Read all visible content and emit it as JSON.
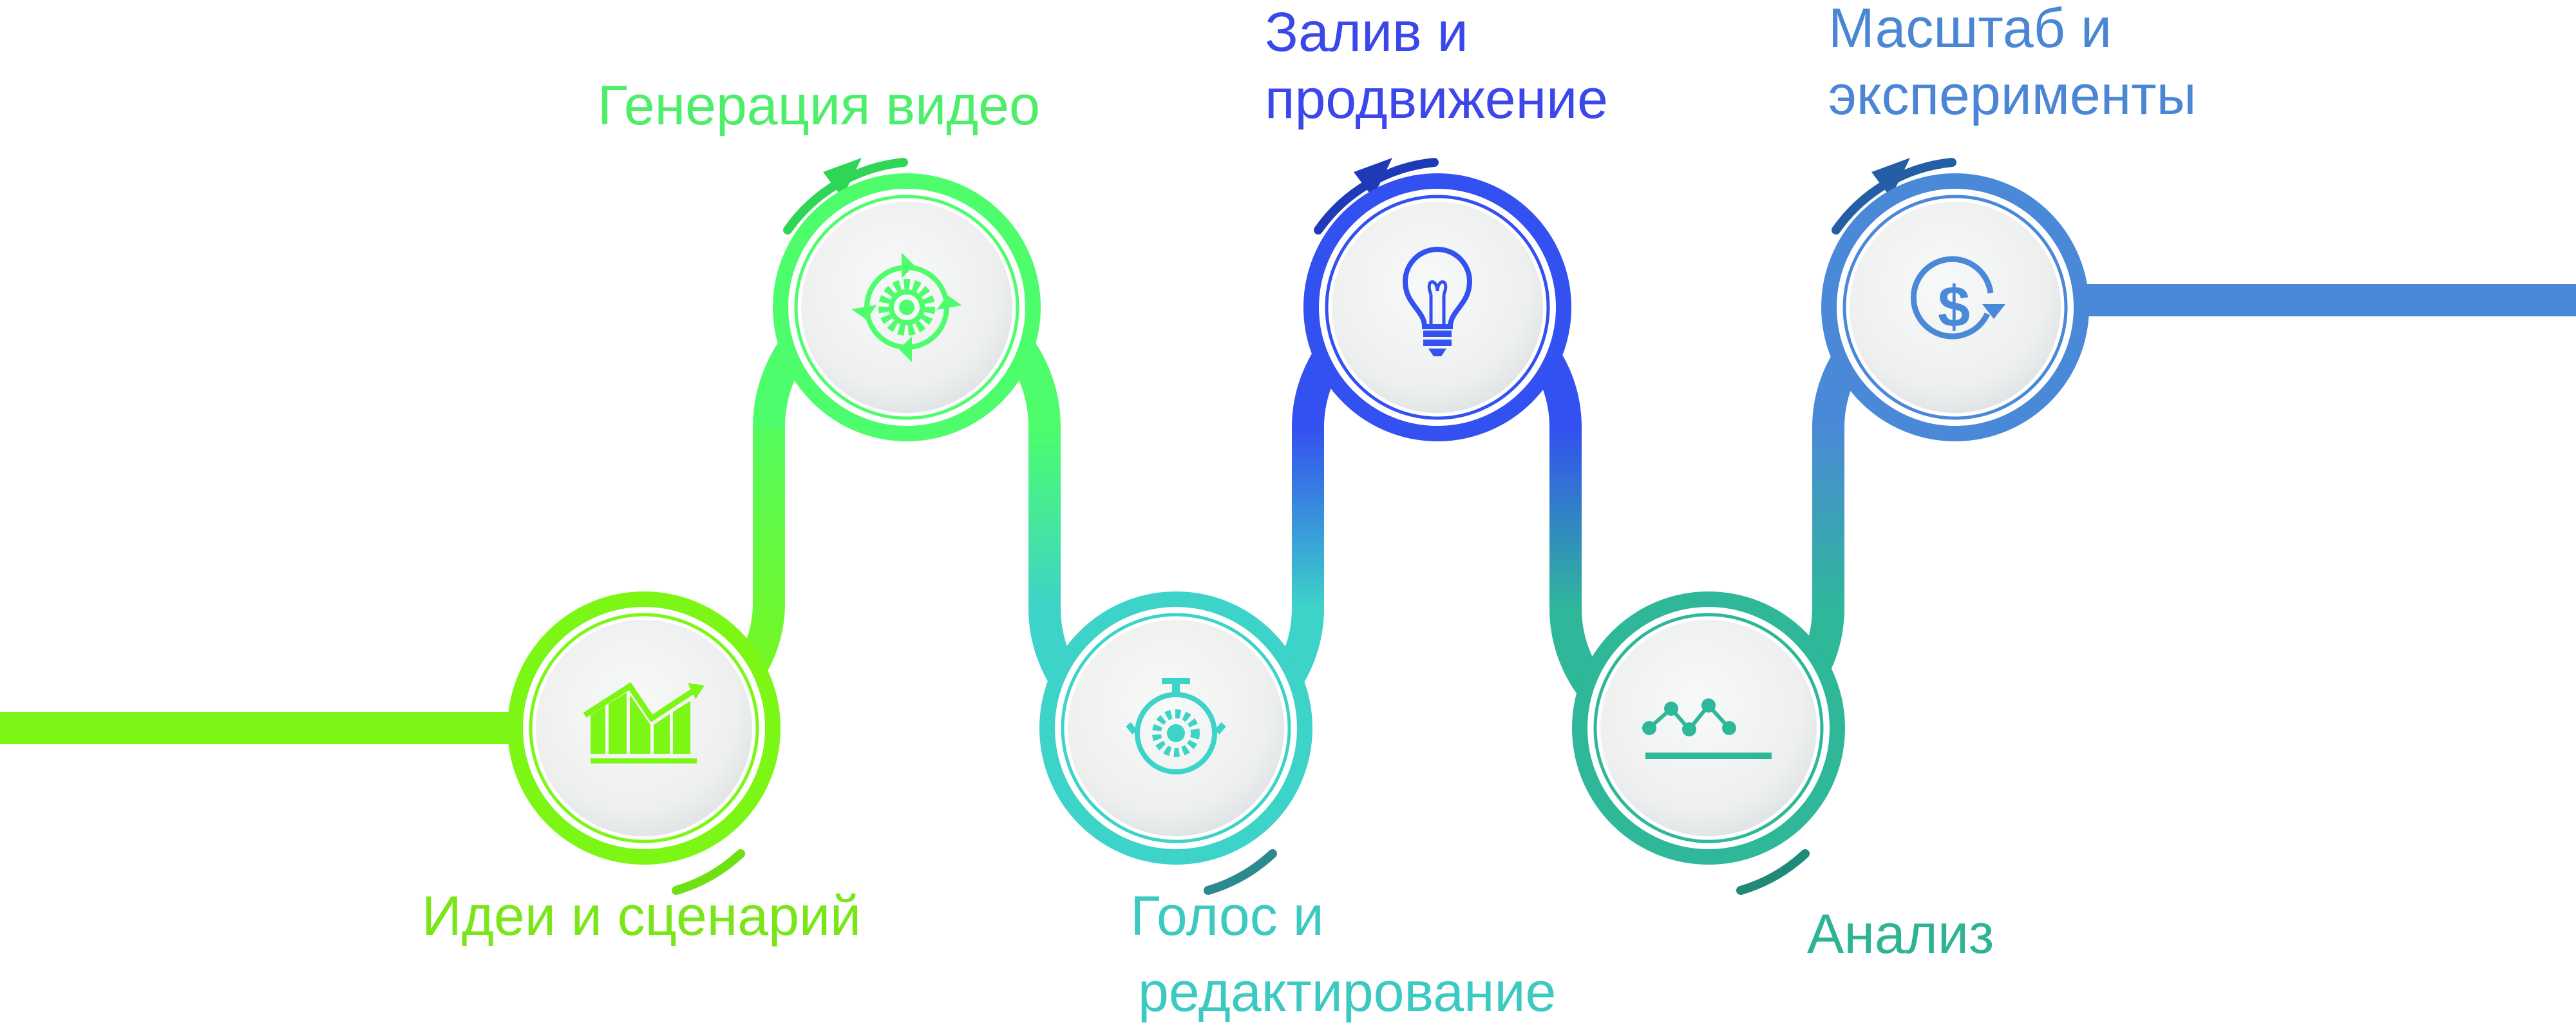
{
  "steps": [
    {
      "title_lines": [
        "Идеи и сценарий"
      ],
      "icon": "bar-chart-arrow-icon",
      "color": "#7ae61a"
    },
    {
      "title_lines": [
        "Генерация видео"
      ],
      "icon": "gear-cycle-icon",
      "color": "#4dee6a"
    },
    {
      "title_lines": [
        "Голос и",
        "редактирование"
      ],
      "icon": "stopwatch-gear-icon",
      "color": "#3cc9c2"
    },
    {
      "title_lines": [
        "Залив и",
        "продвижение"
      ],
      "icon": "lightbulb-icon",
      "color": "#3b47e8"
    },
    {
      "title_lines": [
        "Анализ"
      ],
      "icon": "line-chart-dots-icon",
      "color": "#2eb394"
    },
    {
      "title_lines": [
        "Масштаб и",
        "эксперименты"
      ],
      "icon": "dollar-cycle-icon",
      "color": "#4a86d4"
    }
  ]
}
